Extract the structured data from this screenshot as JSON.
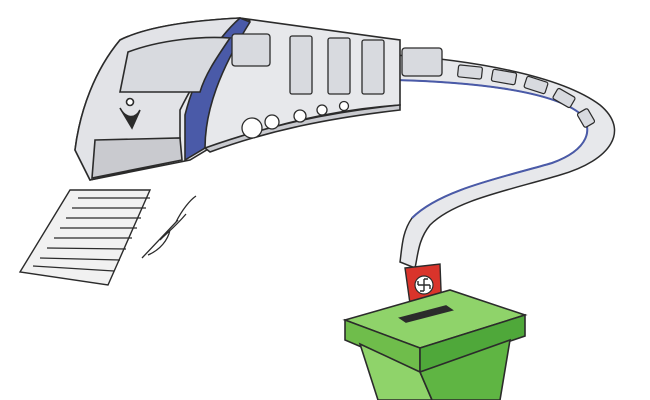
{
  "illustration": {
    "signature": "Kamleshwar",
    "colors": {
      "train_body": "#e7e8eb",
      "train_shadow": "#c9cacf",
      "window_tint": "#d8dadf",
      "accent_blue": "#4a5aa8",
      "outline": "#2b2b2b",
      "track": "#eeeeee",
      "ballot_paper": "#d9342b",
      "ballot_box_light": "#8fd36a",
      "ballot_box_dark": "#4fa83a",
      "background": "#ffffff"
    },
    "elements": [
      "train",
      "train-tail-ribbon",
      "railway-track",
      "ballot-paper",
      "swastika-symbol",
      "ballot-box"
    ]
  }
}
